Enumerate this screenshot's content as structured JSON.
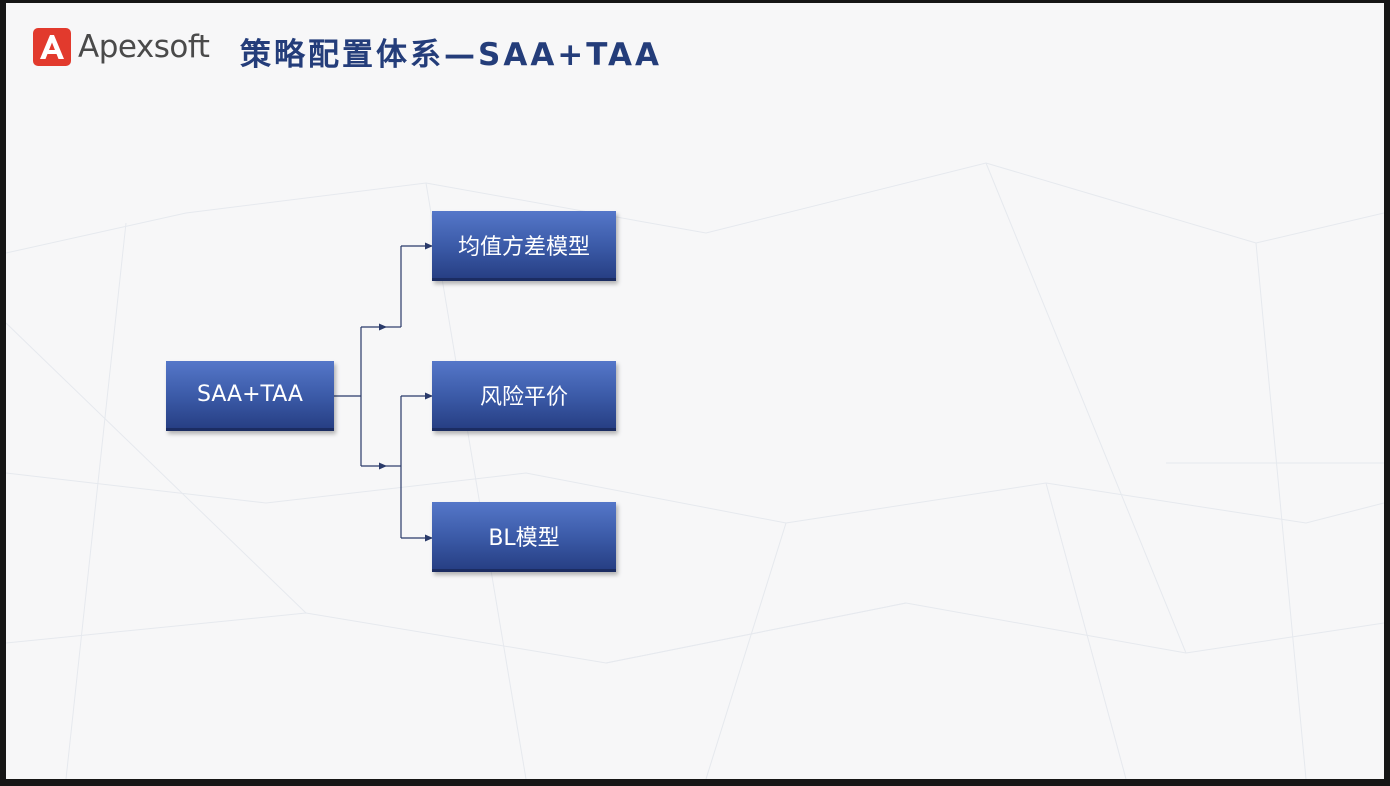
{
  "header": {
    "logo_text": "Apexsoft",
    "logo_icon": "apexsoft-a-logo",
    "title": "策略配置体系—SAA+TAA",
    "title_color": "#243d7a"
  },
  "diagram": {
    "root": {
      "label": "SAA+TAA"
    },
    "children": [
      {
        "label": "均值方差模型"
      },
      {
        "label": "风险平价"
      },
      {
        "label": "BL模型"
      }
    ],
    "node_color": "#3a59a6",
    "connector_color": "#2a3a6a"
  }
}
